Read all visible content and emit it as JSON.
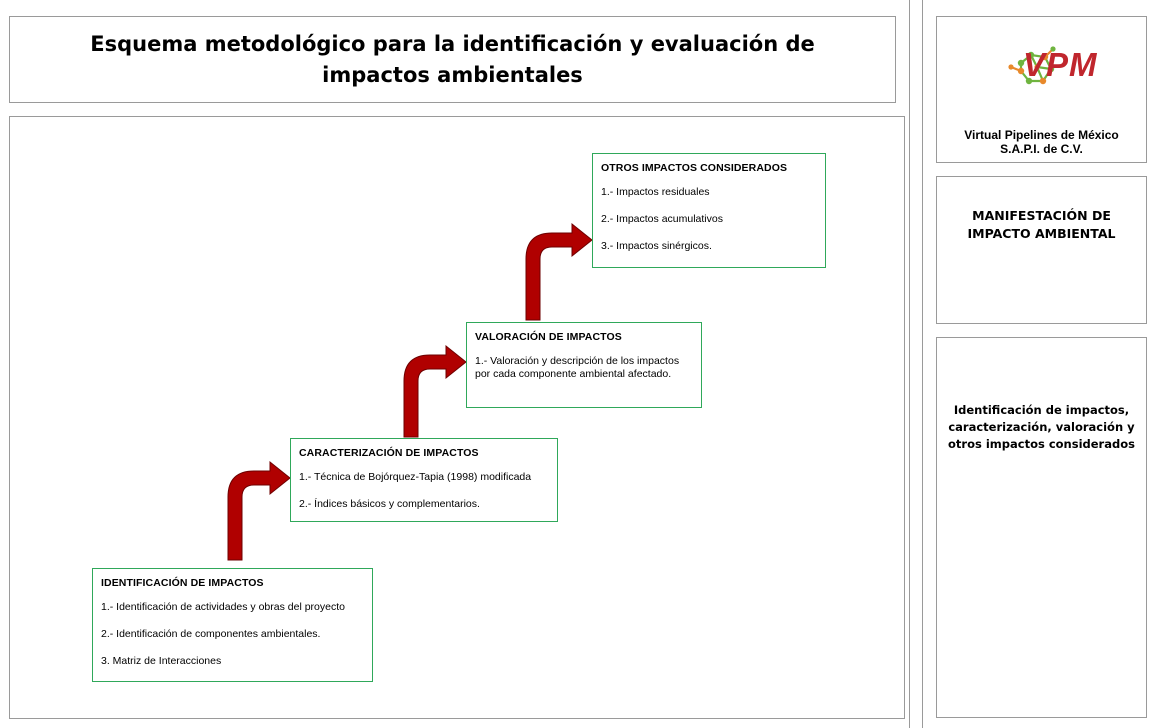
{
  "title": "Esquema metodológico para la identificación y evaluación de impactos ambientales",
  "steps": [
    {
      "title": "IDENTIFICACIÓN DE IMPACTOS",
      "items": [
        "1.- Identificación de actividades y obras del proyecto",
        "2.- Identificación de componentes ambientales.",
        "3. Matriz de Interacciones"
      ]
    },
    {
      "title": "CARACTERIZACIÓN DE IMPACTOS",
      "items": [
        "1.- Técnica de Bojórquez-Tapia (1998) modificada",
        "2.- Índices básicos y complementarios."
      ]
    },
    {
      "title": "VALORACIÓN DE IMPACTOS",
      "items": [
        "1.- Valoración y descripción de los impactos por cada componente ambiental afectado."
      ]
    },
    {
      "title": "OTROS IMPACTOS CONSIDERADOS",
      "items": [
        "1.- Impactos residuales",
        "2.- Impactos acumulativos",
        "3.- Impactos sinérgicos."
      ]
    }
  ],
  "sidebar": {
    "logo_text": "VPM",
    "company_line1": "Virtual Pipelines de México",
    "company_line2": "S.A.P.I. de C.V.",
    "document_type": "MANIFESTACIÓN DE IMPACTO AMBIENTAL",
    "section_description": "Identificación de impactos, caracterización, valoración y otros impactos considerados"
  },
  "colors": {
    "arrow_fill": "#b00000",
    "arrow_stroke": "#6e0000",
    "box_border": "#2fa85a",
    "logo_red": "#c0262d",
    "logo_green": "#6fb43f",
    "logo_orange": "#e8892b",
    "frame_border": "#9a9a9a"
  }
}
